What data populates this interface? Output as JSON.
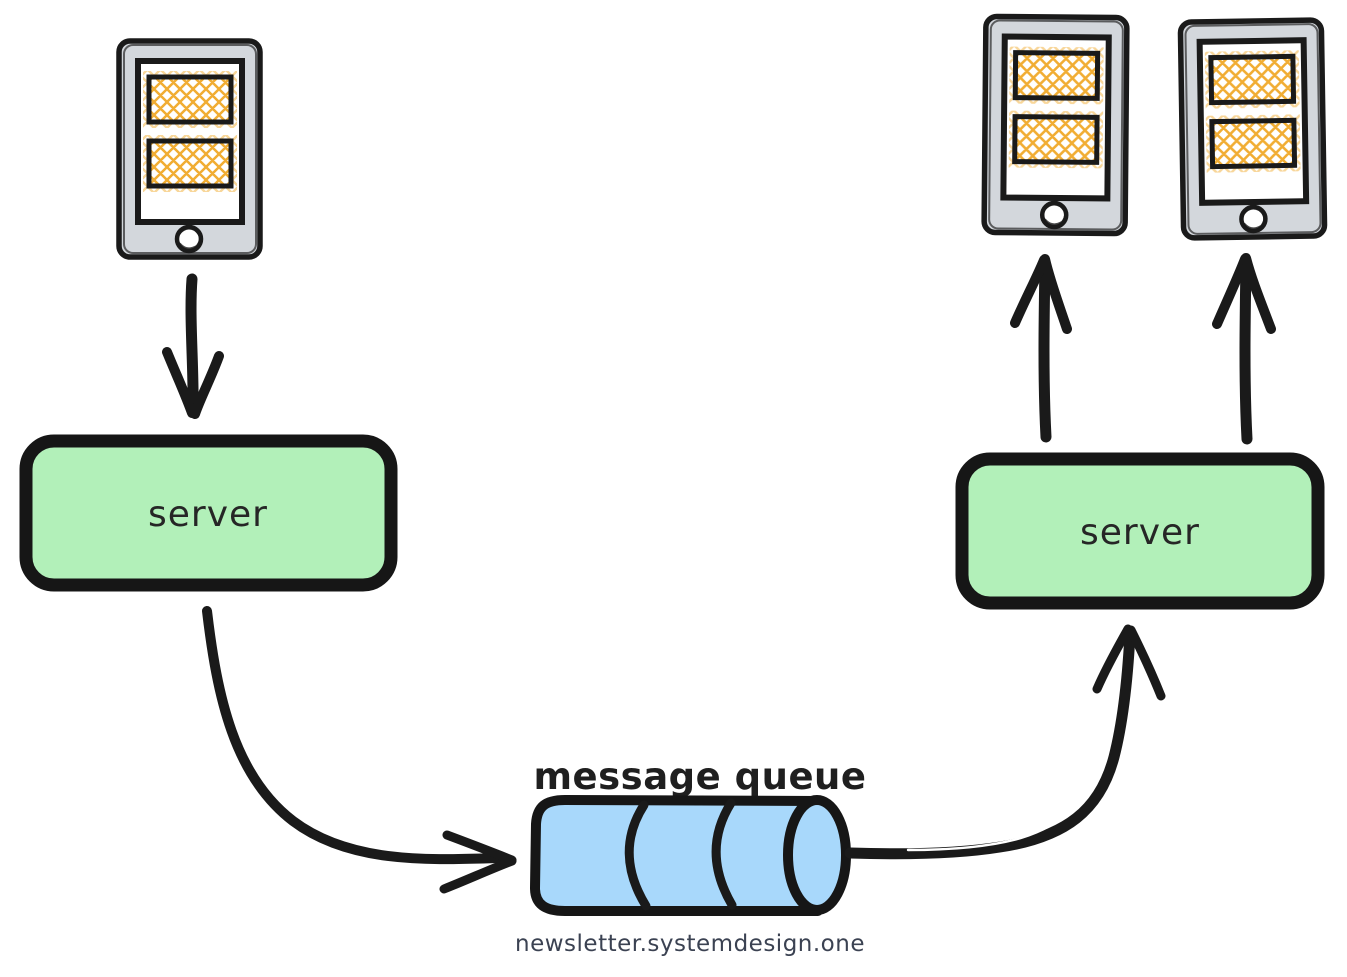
{
  "diagram": {
    "left_server_label": "server",
    "right_server_label": "server",
    "queue_label": "message queue",
    "caption": "newsletter.systemdesign.one",
    "nodes": [
      {
        "id": "publisher-phone",
        "type": "phone-icon"
      },
      {
        "id": "left-server",
        "type": "server-box",
        "label": "server"
      },
      {
        "id": "message-queue",
        "type": "queue-cylinder",
        "label": "message queue",
        "segments": 3
      },
      {
        "id": "right-server",
        "type": "server-box",
        "label": "server"
      },
      {
        "id": "subscriber-phone-1",
        "type": "phone-icon"
      },
      {
        "id": "subscriber-phone-2",
        "type": "phone-icon"
      }
    ],
    "edges": [
      "publisher-phone -> left-server",
      "left-server -> message-queue",
      "message-queue -> right-server",
      "right-server -> subscriber-phone-1",
      "right-server -> subscriber-phone-2"
    ]
  },
  "colors": {
    "background": "#ffffff",
    "ink": "#1a1a1a",
    "server_fill": "#b2f0b9",
    "queue_fill": "#a8d8fb",
    "phone_body": "#d3d7dc",
    "screen_fill": "#ffffff",
    "content_hatch": "#f1ad33",
    "caption_text": "#3b4252"
  }
}
